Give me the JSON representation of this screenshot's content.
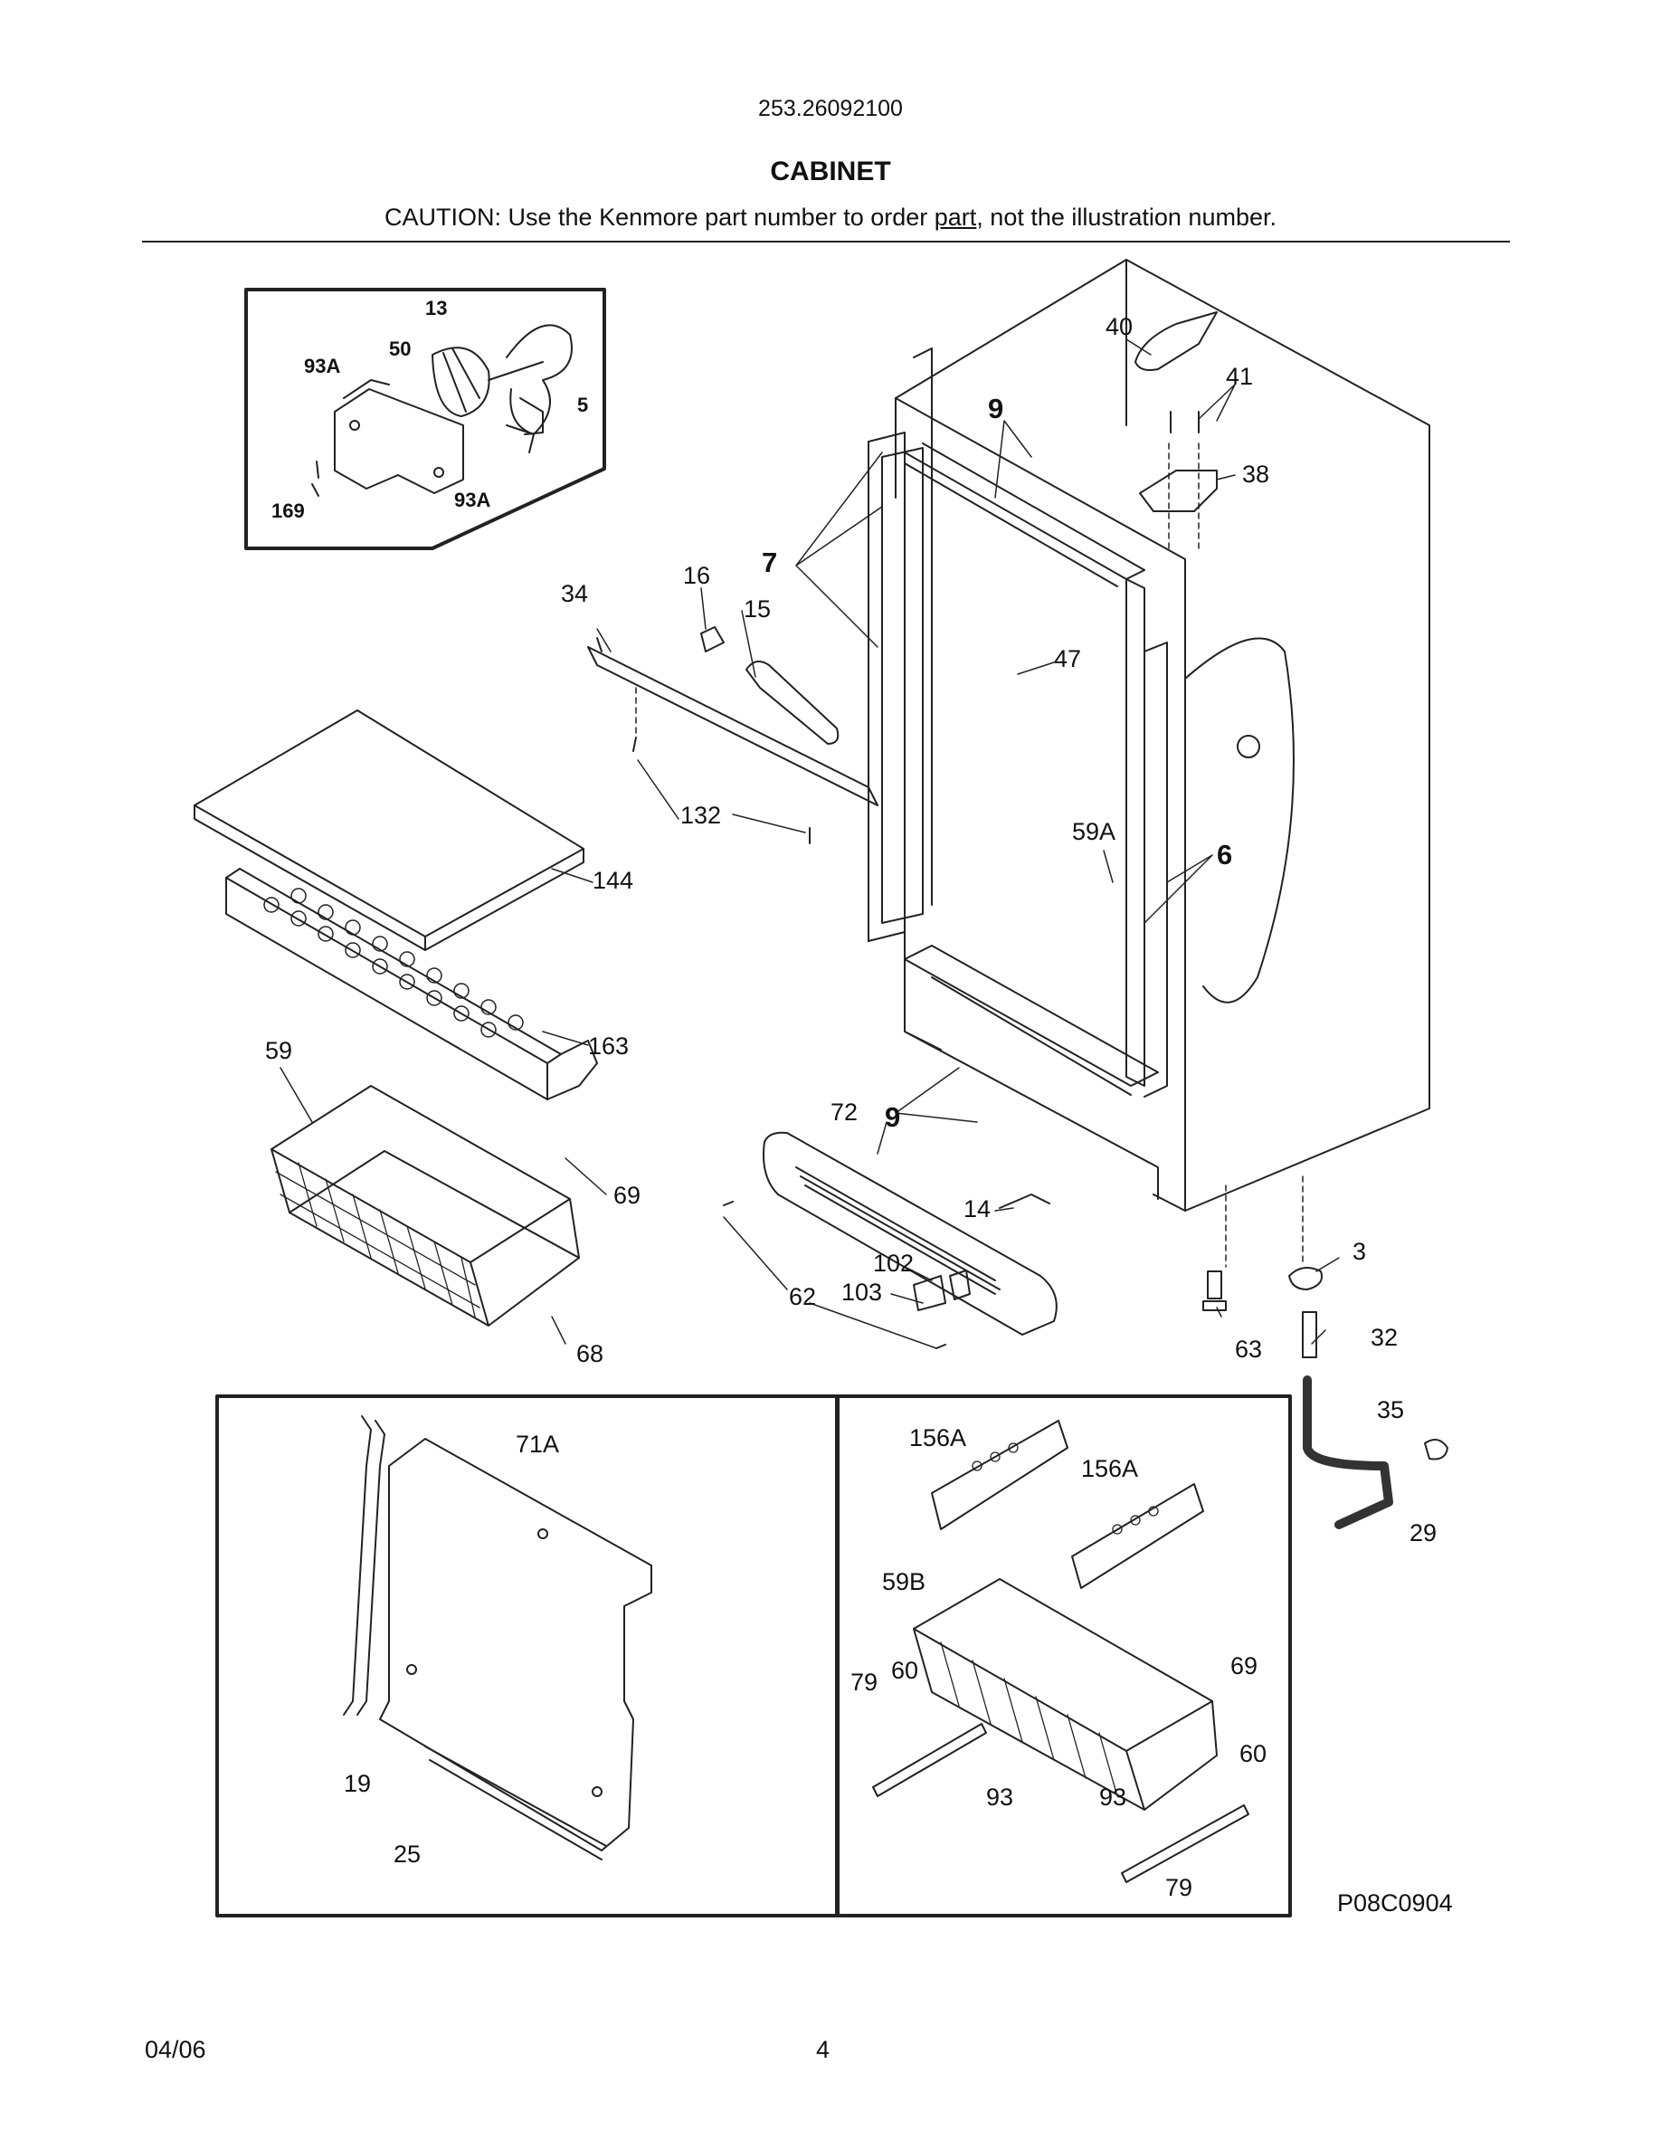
{
  "header": {
    "model_number": "253.26092100",
    "section_title": "CABINET",
    "caution_before": "CAUTION: Use the Kenmore part number to order ",
    "caution_underlined": "part",
    "caution_after": ", not the illustration number."
  },
  "callouts": {
    "inset_fan": [
      "13",
      "93A",
      "50",
      "5",
      "169",
      "93A"
    ],
    "main": [
      "40",
      "41",
      "9",
      "38",
      "7",
      "16",
      "34",
      "15",
      "47",
      "132",
      "59A",
      "6",
      "144",
      "163",
      "59",
      "72",
      "9",
      "69",
      "14",
      "102",
      "103",
      "62",
      "68",
      "3",
      "63",
      "32",
      "35",
      "29"
    ],
    "inset_panel": [
      "71A",
      "19",
      "25"
    ],
    "inset_basket": [
      "156A",
      "156A",
      "59B",
      "69",
      "79",
      "60",
      "93",
      "93",
      "60",
      "79"
    ]
  },
  "drawing_code": "P08C0904",
  "footer": {
    "date": "04/06",
    "page_number": "4"
  }
}
